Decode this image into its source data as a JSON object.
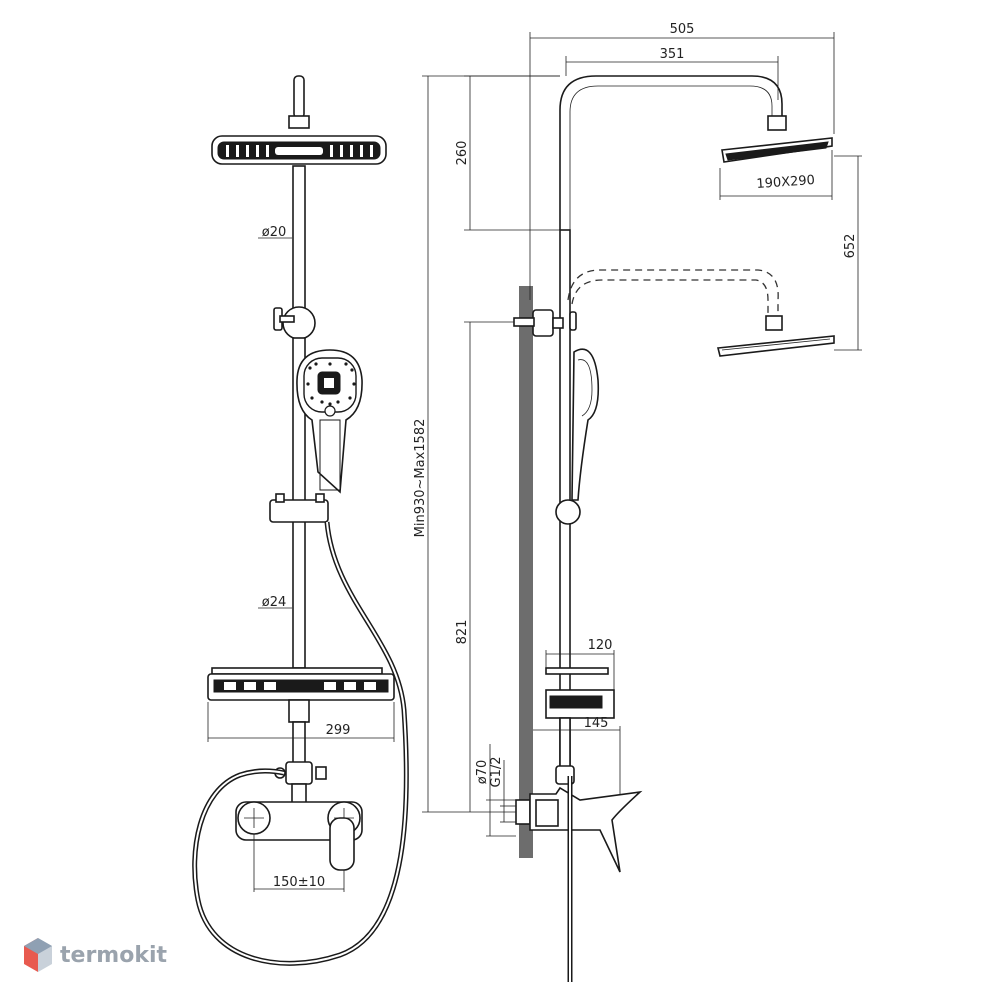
{
  "dimensions": {
    "width_total": "505",
    "arm_length": "351",
    "head_drop": "260",
    "head_size": "190X290",
    "head_adjust": "652",
    "height_range": "Min930~Max1582",
    "bar_height": "821",
    "shelf_depth": "120",
    "mixer_depth": "145",
    "flange_dia": "ø70",
    "thread": "G1/2",
    "upper_pipe_dia": "ø20",
    "lower_pipe_dia": "ø24",
    "shelf_width": "299",
    "mixer_spacing": "150±10"
  },
  "brand": {
    "name": "termokit",
    "logo_colors": [
      "#e85a4f",
      "#c9d1da",
      "#8fa0b3"
    ]
  }
}
